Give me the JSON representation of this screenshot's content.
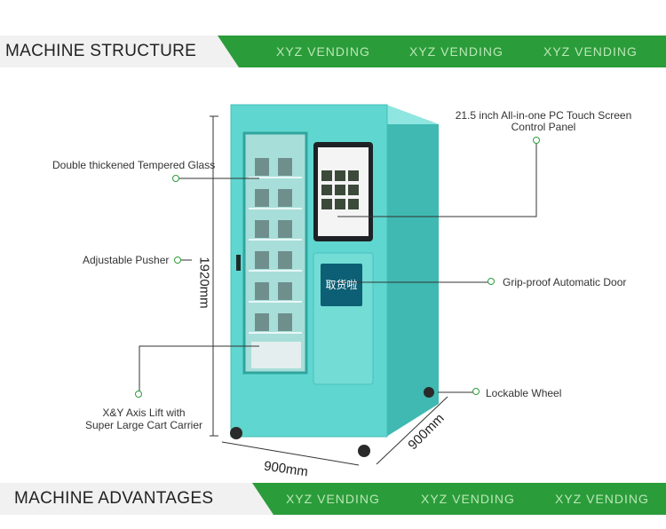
{
  "header_band": {
    "title": "MACHINE STRUCTURE",
    "brand_repeats": [
      "XYZ VENDING",
      "XYZ VENDING",
      "XYZ VENDING"
    ]
  },
  "footer_band": {
    "title": "MACHINE ADVANTAGES",
    "brand_repeats": [
      "XYZ VENDING",
      "XYZ VENDING",
      "XYZ VENDING"
    ]
  },
  "callouts": {
    "glass": "Double thickened Tempered Glass",
    "pusher": "Adjustable Pusher",
    "lift_line1": "X&Y Axis Lift with",
    "lift_line2": "Super Large Cart Carrier",
    "screen_line1": "21.5 inch All-in-one PC Touch Screen",
    "screen_line2": "Control Panel",
    "door": "Grip-proof Automatic Door",
    "wheel": "Lockable Wheel"
  },
  "dimensions": {
    "height": "1920mm",
    "width": "900mm",
    "depth": "900mm"
  },
  "machine": {
    "door_sign": "取货啦"
  },
  "colors": {
    "brand_green": "#2b9c3a",
    "machine_teal": "#5fd6cf",
    "machine_teal_dark": "#3fb9b2"
  }
}
